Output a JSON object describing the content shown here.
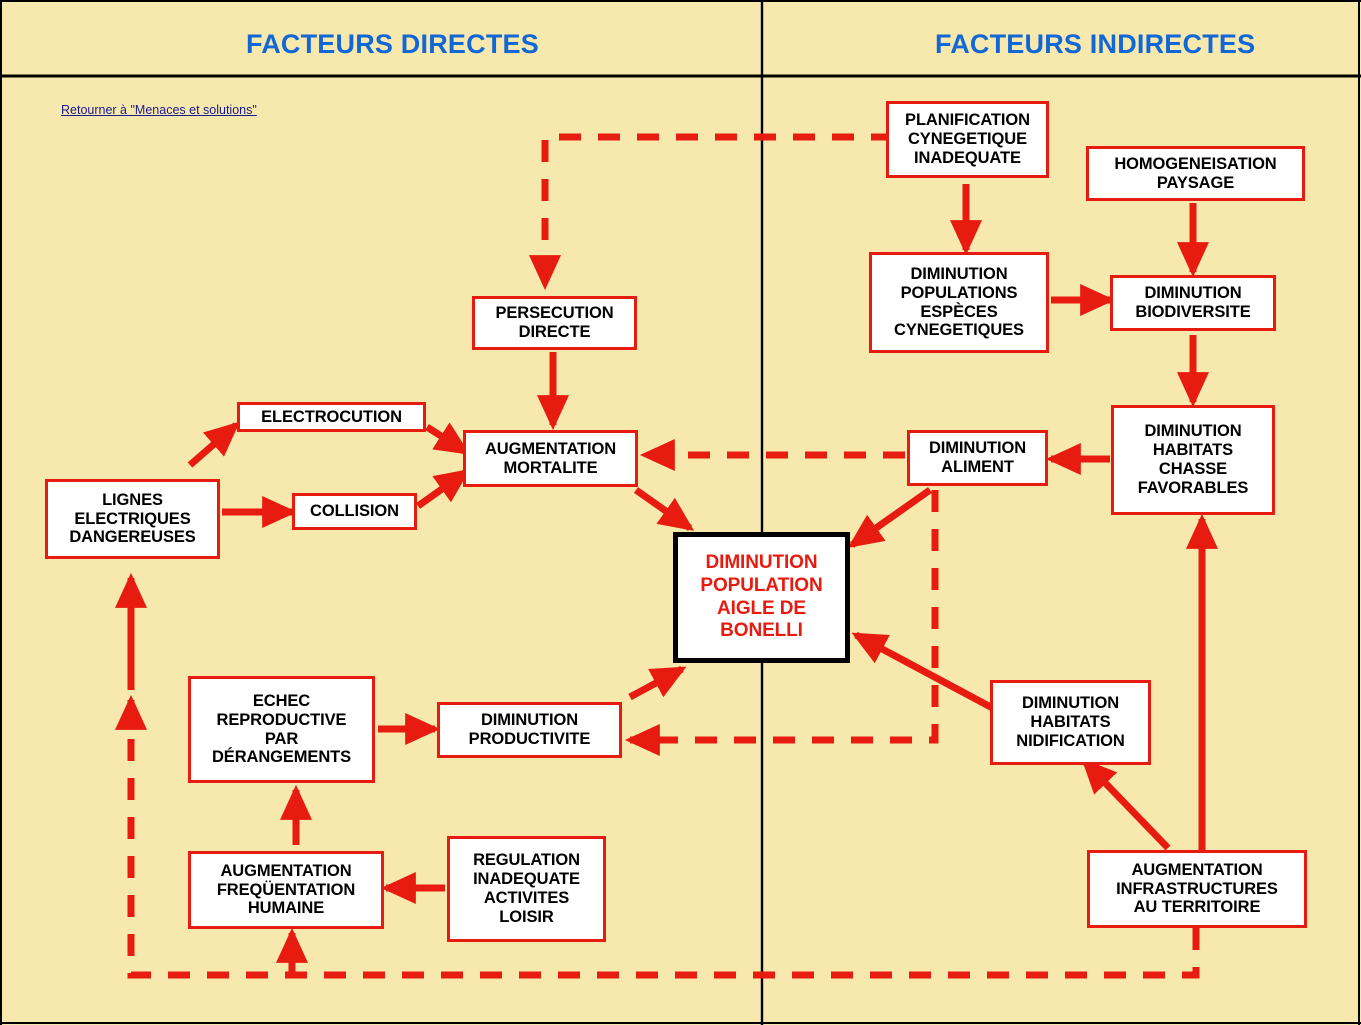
{
  "page": {
    "background": "#F7E8AE",
    "accent_red": "#E81B10",
    "header_blue": "#1267D6",
    "link_blue": "#1B1B8F"
  },
  "headers": {
    "left": "FACTEURS DIRECTES",
    "right": "FACTEURS INDIRECTES"
  },
  "backlink": {
    "label": "Retourner à \"Menaces et solutions\""
  },
  "nodes": [
    {
      "id": "planification",
      "label": "PLANIFICATION\nCYNEGETIQUE\nINADEQUATE"
    },
    {
      "id": "homogeneisation",
      "label": "HOMOGENEISATION\nPAYSAGE"
    },
    {
      "id": "dim-pop-esp",
      "label": "DIMINUTION\nPOPULATIONS\nESPÈCES\nCYNEGETIQUES"
    },
    {
      "id": "dim-biodiv",
      "label": "DIMINUTION\nBIODIVERSITE"
    },
    {
      "id": "dim-hab-chasse",
      "label": "DIMINUTION\nHABITATS\nCHASSE\nFAVORABLES"
    },
    {
      "id": "dim-aliment",
      "label": "DIMINUTION\nALIMENT"
    },
    {
      "id": "persecution",
      "label": "PERSECUTION\nDIRECTE"
    },
    {
      "id": "electrocution",
      "label": "ELECTROCUTION"
    },
    {
      "id": "collision",
      "label": "COLLISION"
    },
    {
      "id": "lignes",
      "label": "LIGNES\nELECTRIQUES\nDANGEREUSES"
    },
    {
      "id": "aug-mortalite",
      "label": "AUGMENTATION\nMORTALITE"
    },
    {
      "id": "central",
      "label": "DIMINUTION\nPOPULATION\nAIGLE DE\nBONELLI"
    },
    {
      "id": "echec",
      "label": "ECHEC\nREPRODUCTIVE\nPAR\nDÉRANGEMENTS"
    },
    {
      "id": "dim-product",
      "label": "DIMINUTION\nPRODUCTIVITE"
    },
    {
      "id": "aug-frequentation",
      "label": "AUGMENTATION\nFREQÜENTATION\nHUMAINE"
    },
    {
      "id": "regulation",
      "label": "REGULATION\nINADEQUATE\nACTIVITES\nLOISIR"
    },
    {
      "id": "dim-hab-nidif",
      "label": "DIMINUTION\nHABITATS\nNIDIFICATION"
    },
    {
      "id": "aug-infra",
      "label": "AUGMENTATION\nINFRASTRUCTURES\nAU TERRITOIRE"
    }
  ]
}
